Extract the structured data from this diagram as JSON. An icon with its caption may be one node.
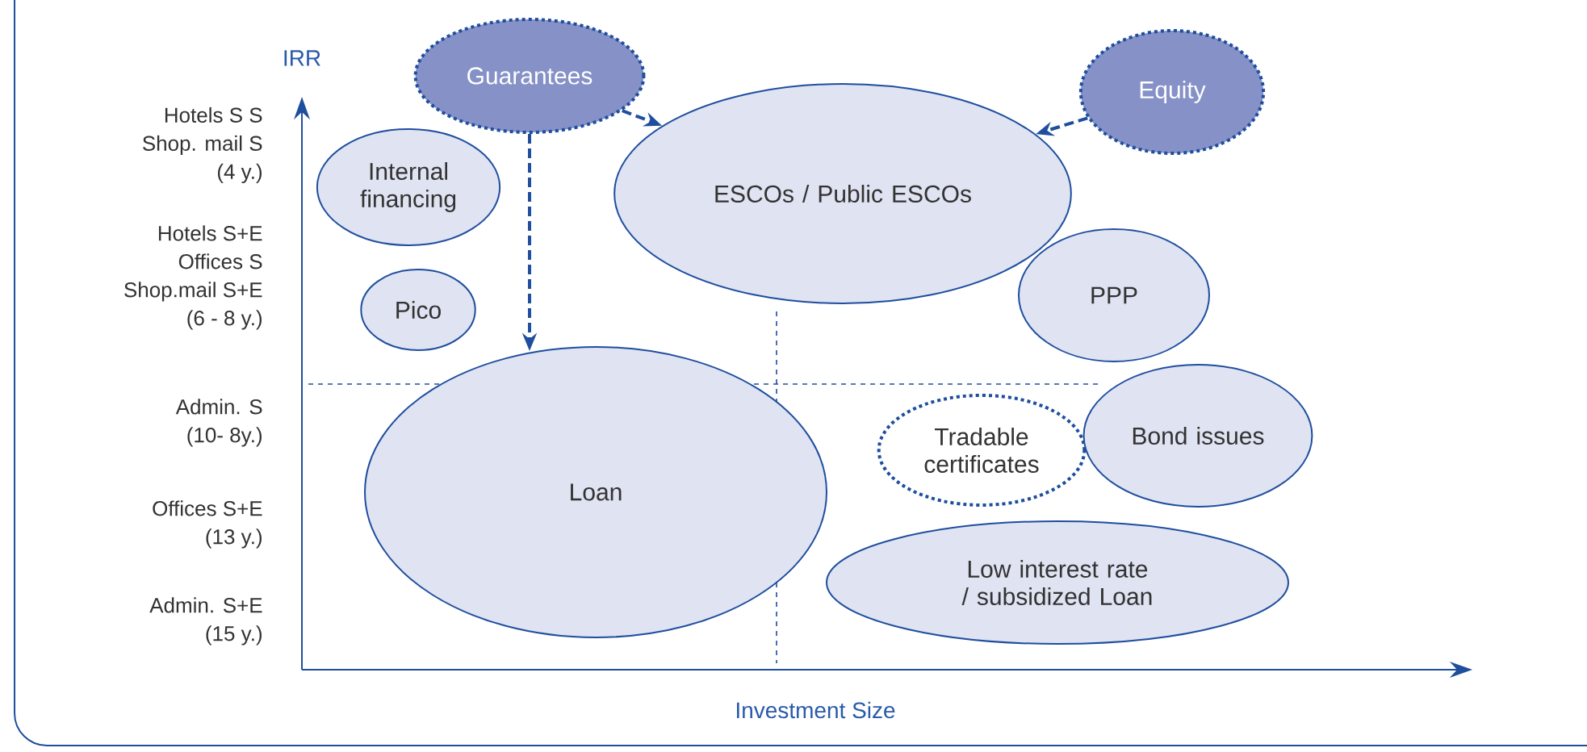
{
  "diagram": {
    "nodes": [
      {
        "text": [
          "Guarantees"
        ]
      },
      {
        "text": [
          "Equity"
        ]
      },
      {
        "text": [
          "Internal financing"
        ]
      },
      {
        "text": [
          "ESCOs / Public ESCOs"
        ]
      },
      {
        "text": [
          "Pico"
        ]
      },
      {
        "text": [
          "PPP"
        ]
      },
      {
        "text": [
          "Loan"
        ]
      },
      {
        "text": [
          "Tradable certificates"
        ]
      },
      {
        "text": [
          "Bond issues"
        ]
      },
      {
        "text": [
          "Low interest rate / subsidized Loan"
        ]
      }
    ],
    "edges": [
      {
        "from": 0,
        "to": 6,
        "arrow": "to",
        "style": "dashed"
      },
      {
        "from": 0,
        "to": 3,
        "arrow": "to",
        "style": "dashed"
      },
      {
        "from": 1,
        "to": 3,
        "arrow": "to",
        "style": "dashed"
      }
    ],
    "labels": [
      "IRR",
      "Hotels S S Shop. mail S (4 y.)",
      "Hotels S+E Offices S Shop.mail S+E (6 - 8 y.)",
      "Admin. S (10- 8y.)",
      "Offices S+E (13 y.)",
      "Admin. S+E (15 y.)",
      "Investment Size"
    ]
  }
}
